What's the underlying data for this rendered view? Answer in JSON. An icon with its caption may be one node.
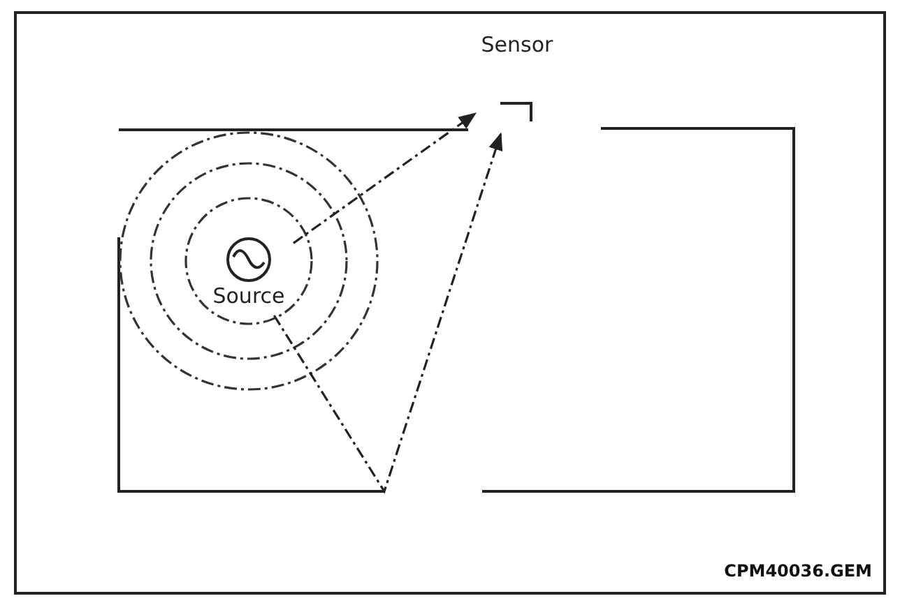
{
  "diagram": {
    "nodes": [
      {
        "text": [
          "Source"
        ]
      },
      {
        "text": [
          "Sensor"
        ]
      }
    ],
    "edges": [
      {
        "from": 0,
        "to": 1,
        "arrow": "to",
        "style": "dashed"
      },
      {
        "from": 0,
        "to": 1,
        "arrow": "to",
        "style": "dashed"
      }
    ],
    "labels": [
      "CPM40036.GEM"
    ]
  }
}
